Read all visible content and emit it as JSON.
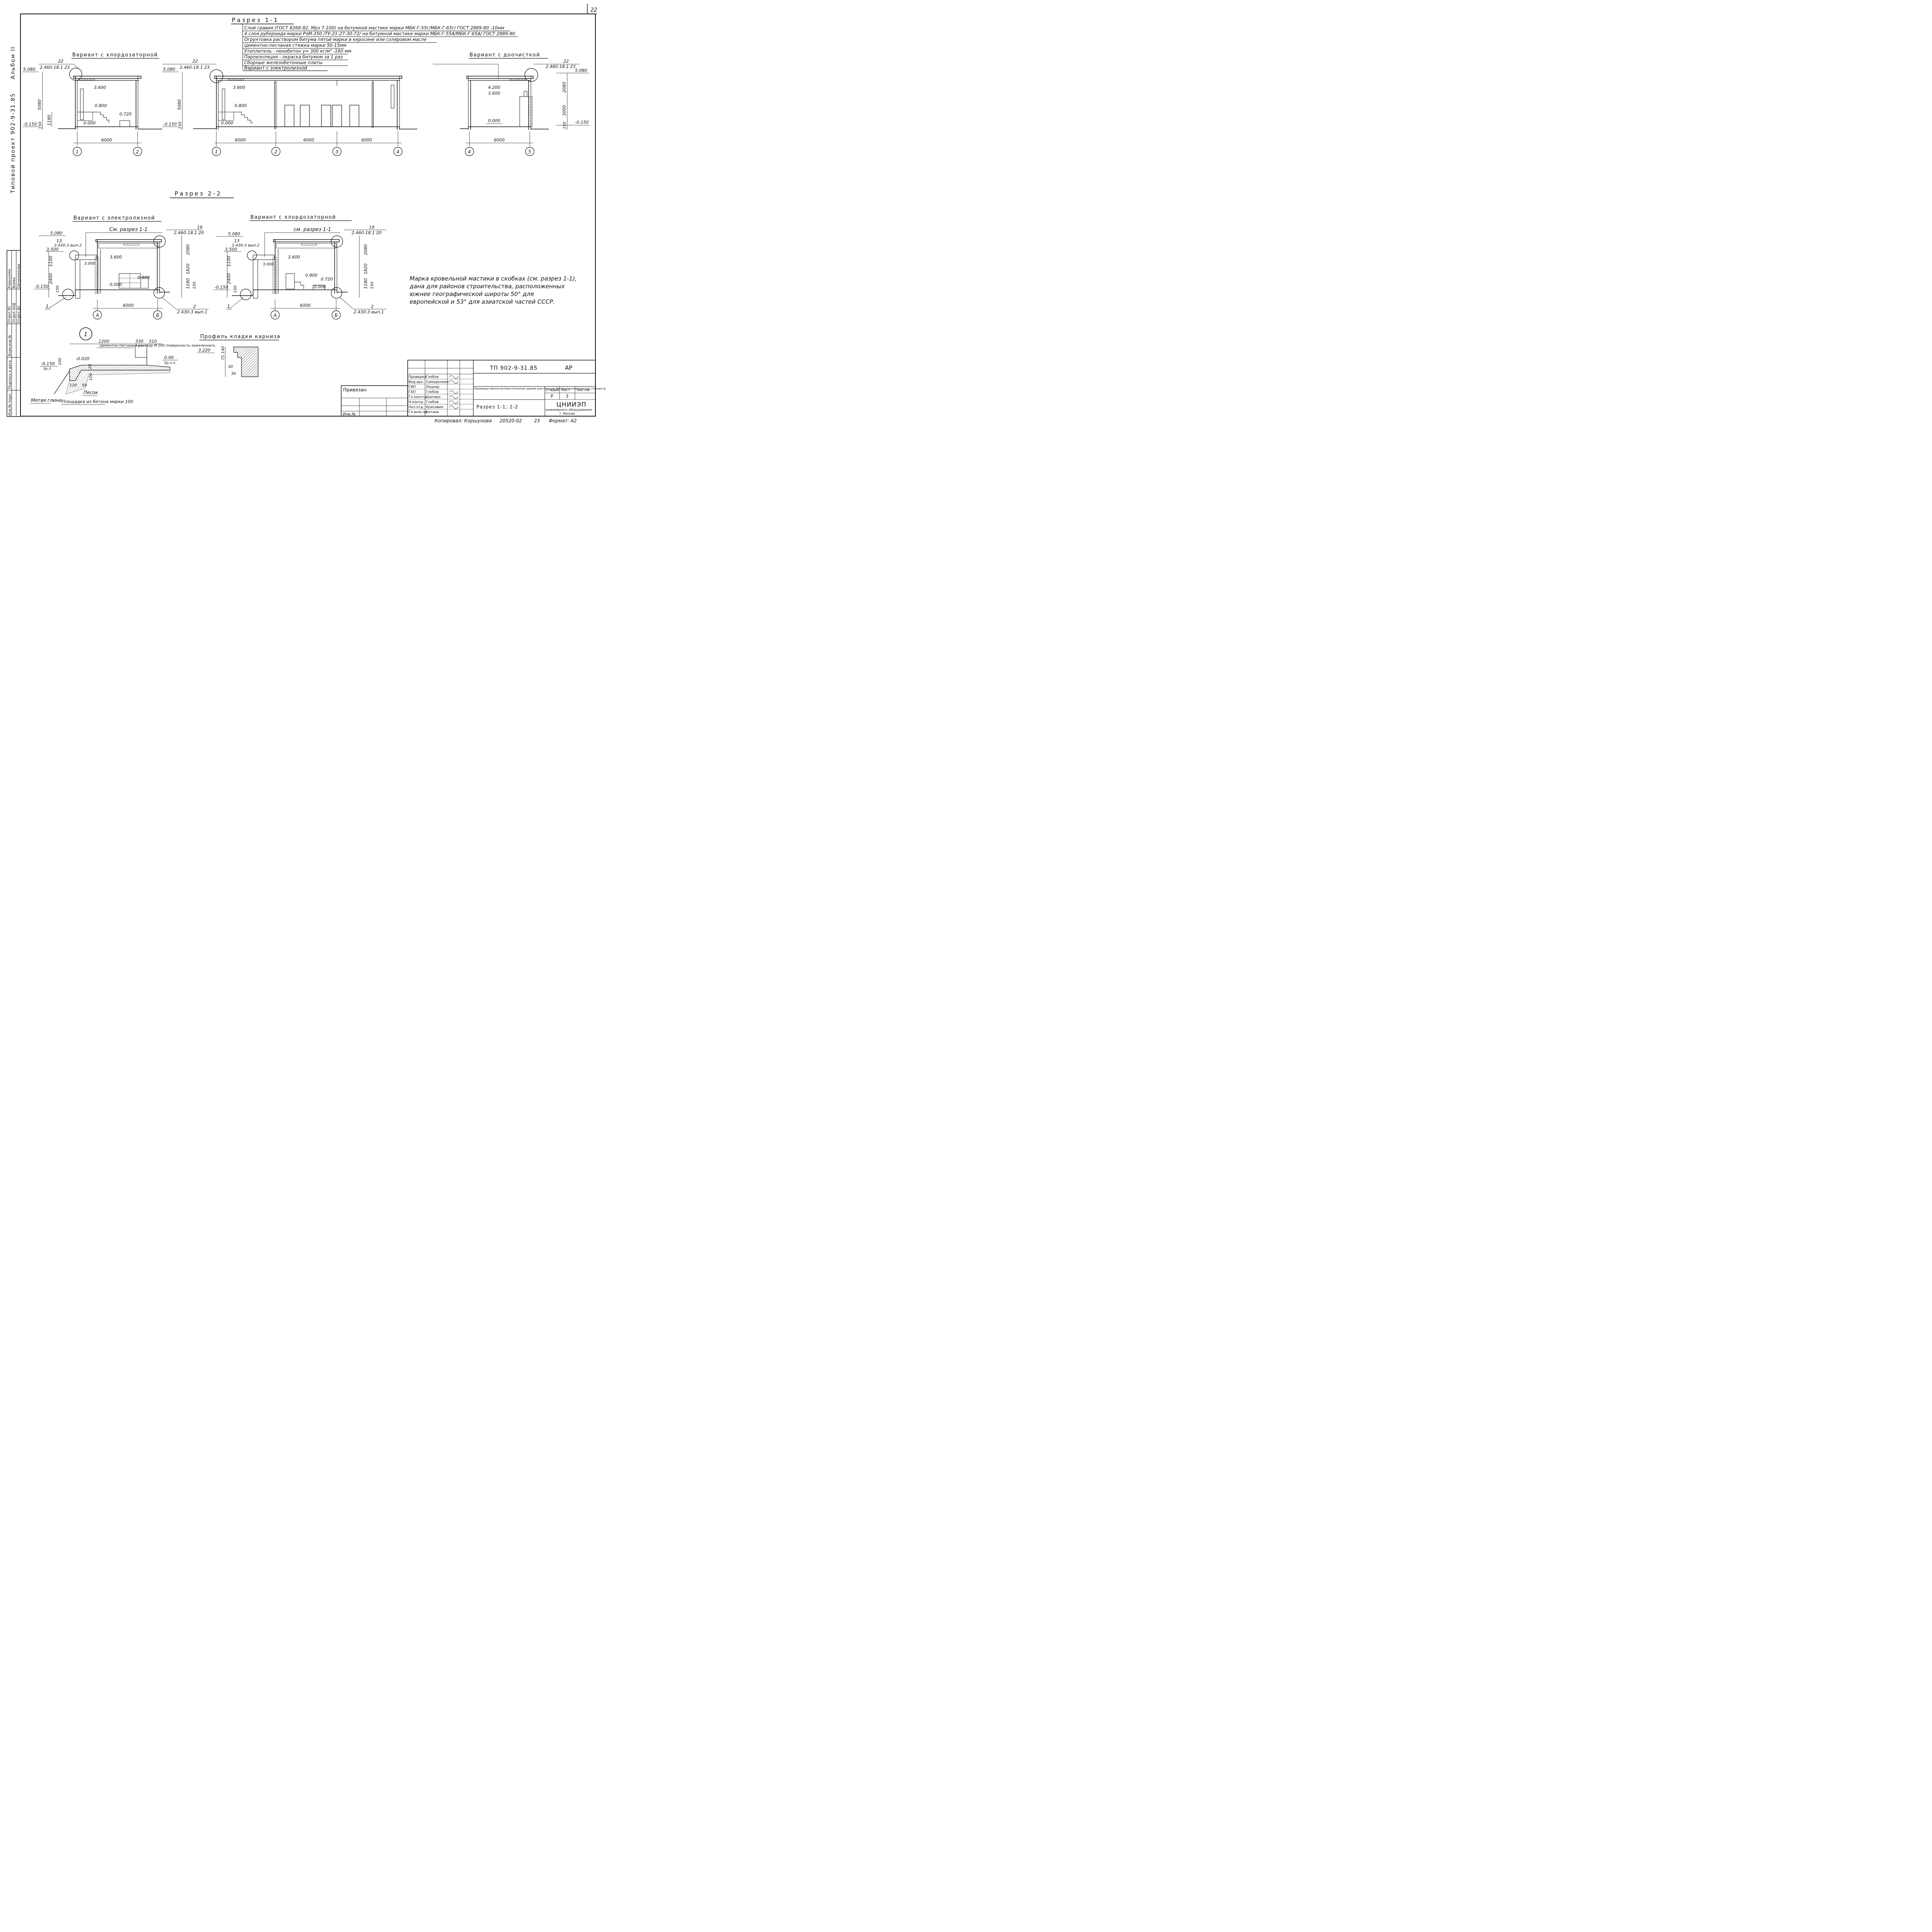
{
  "page_number": "22",
  "margin": {
    "album": "Альбом II",
    "project": "Типовой проект 902-9-31.85",
    "approval": {
      "rows": [
        {
          "dept": "Отдел ВС",
          "name": "Кадышева"
        },
        {
          "dept": "Отдел ЭАД",
          "name": "Боева"
        },
        {
          "dept": "Отдел ДС",
          "name": "Овчинникова"
        }
      ],
      "labels": [
        "Взам.инв.№",
        "Подпись и дата",
        "Инв.№ подл."
      ]
    }
  },
  "section_1_1": {
    "title": "Разрез 1-1",
    "layers": [
      "Слой гравия (ГОСТ 8268-82, Мрз 7-100) на битумной мастике марки МБК-Г-55г/МБК-Г-65г/ ГОСТ 2889-80 -10мм",
      "4 слоя рубероида марки РэМ-350 /ТУ-21-27-30-72/ на битумной мастике марки МБК-Г-55А/МБК-Г-65А/ ГОСТ 2889-80",
      "Огрунтовка раствором битума пятой марки в керосине или соляровом масле",
      "Цементно-песчаная стяжка марки 50-15мм",
      "Утеплитель - пенобетон γ= 300 кг/м³ -160 мм",
      "Пароизоляция - окраска битумом за 1 раз",
      "Сборные железобетонные плиты"
    ],
    "variant_chlorine": {
      "title": "Вариант с хлордозаторной",
      "node_no": "22",
      "node_ref": "2.460-18.1 23",
      "levels": [
        "5.080",
        "3.600",
        "0.800",
        "0.720",
        "0.000",
        "-0.150"
      ],
      "dims_v": [
        "5080",
        "1180",
        "150"
      ],
      "span": "6000",
      "axes": [
        "1",
        "2"
      ]
    },
    "variant_electrolysis": {
      "title": "Вариант с электролизной",
      "node_no": "22",
      "node_ref": "2.460-18.1 23",
      "levels": [
        "5.080",
        "3.600",
        "0.800",
        "0.000",
        "-0.150"
      ],
      "dims_v": [
        "5080",
        "150"
      ],
      "spans": [
        "6000",
        "6000",
        "6000"
      ],
      "axes": [
        "1",
        "2",
        "3",
        "4"
      ]
    },
    "variant_polishing": {
      "title": "Вариант с доочисткой",
      "node_no": "22",
      "node_ref": "2.460-18.1 23",
      "levels": [
        "5.080",
        "4.200",
        "3.600",
        "0.000",
        "-0.150"
      ],
      "dims_v": [
        "2080",
        "3000",
        "150"
      ],
      "span": "6000",
      "axes": [
        "4",
        "5"
      ]
    }
  },
  "section_2_2": {
    "title": "Разрез 2-2",
    "variant_electrolysis": {
      "title": "Вариант с электролизной",
      "see": "См. разрез 1-1",
      "node_19": "19",
      "node_19_ref": "2.460-18.1 20",
      "node_13": "13",
      "node_13_ref": "2.430-3 вып.2",
      "node_2": "2",
      "node_2_ref": "2.430-3 вып.1",
      "node_1": "1",
      "levels": [
        "5.080",
        "3.500",
        "3.600",
        "3.000",
        "0.800",
        "0.000",
        "-0.150"
      ],
      "dims_left": [
        "1100",
        "2400",
        "150"
      ],
      "dims_right": [
        "2080",
        "1820",
        "1180",
        "150"
      ],
      "span": "6000",
      "axes": [
        "А",
        "Б"
      ]
    },
    "variant_chlorine": {
      "title": "Вариант с хлордозаторной",
      "see": "см. разрез 1-1",
      "node_19": "19",
      "node_19_ref": "2.460-18.1 20",
      "node_13": "13",
      "node_13_ref": "2.430-3 вып.2",
      "node_2": "2",
      "node_2_ref": "2.430-3 вып.1",
      "node_1": "1",
      "levels": [
        "5.080",
        "3.500",
        "3.600",
        "3.000",
        "0.800",
        "0.720",
        "0.000",
        "-0.150"
      ],
      "dims_left": [
        "1100",
        "2400",
        "150"
      ],
      "dims_right": [
        "2080",
        "1820",
        "1180",
        "150"
      ],
      "span": "6000",
      "axes": [
        "А",
        "Б"
      ]
    }
  },
  "note": [
    "Марка кровельной мастики в скобках (см. разрез 1-1),",
    "дана для районов строительства, расположенных",
    "южнее географической широты 50° для",
    "европейской и 53° для азиатской частей СССР."
  ],
  "detail_1": {
    "marker": "1",
    "dims": [
      "1200",
      "330",
      "310",
      "100",
      "20",
      "100",
      "120",
      "50"
    ],
    "levels": [
      "-0.020",
      "-0.150",
      "0.00"
    ],
    "level_tags": [
      "Ур.3",
      "Ур.ч.п."
    ],
    "callouts": [
      "Цементно-песчаный раствор М 200 /поверхность зажелезнить",
      "Песок",
      "Мятая глина",
      "Площадка из бетона марки 100"
    ]
  },
  "cornice": {
    "title": "Профиль кладки карниза",
    "level": "3.220",
    "dims": [
      "75",
      "140",
      "30",
      "30"
    ]
  },
  "title_block": {
    "code": "ТП 902-9-31.85",
    "mark": "АР",
    "privyazan": "Привязан",
    "inv": "Инв.№",
    "roles": [
      "Проверил",
      "Вед.арх.",
      "ГИП",
      "ГАП",
      "Гл.констр.",
      "Н.контр.",
      "Нач.отд.",
      "Гл.инж.пр."
    ],
    "names": [
      "Глебов",
      "Самоделкин",
      "Лоцкер",
      "Глебов",
      "Шапиро",
      "Глебов",
      "Красавин",
      "Кетаов"
    ],
    "building": "Производственно-вспомогательное здание для станции биологической очистки сточных вод с механической аэрацией производительностью 700-1400-2800-4200 м³/сутки",
    "sheet_title": "Разрез 1-1; 2-2",
    "stage_label": "Стадия",
    "sheet_label": "Лист",
    "sheets_label": "Листов",
    "stage": "Р",
    "sheet": "3",
    "org": "ЦНИИЭП",
    "org_full": "инженерного оборудования",
    "city": "г. Москва"
  },
  "footer": {
    "copied": "Копировал: Коршунова",
    "order": "20520-02",
    "num": "23",
    "format": "Формат: А2"
  }
}
